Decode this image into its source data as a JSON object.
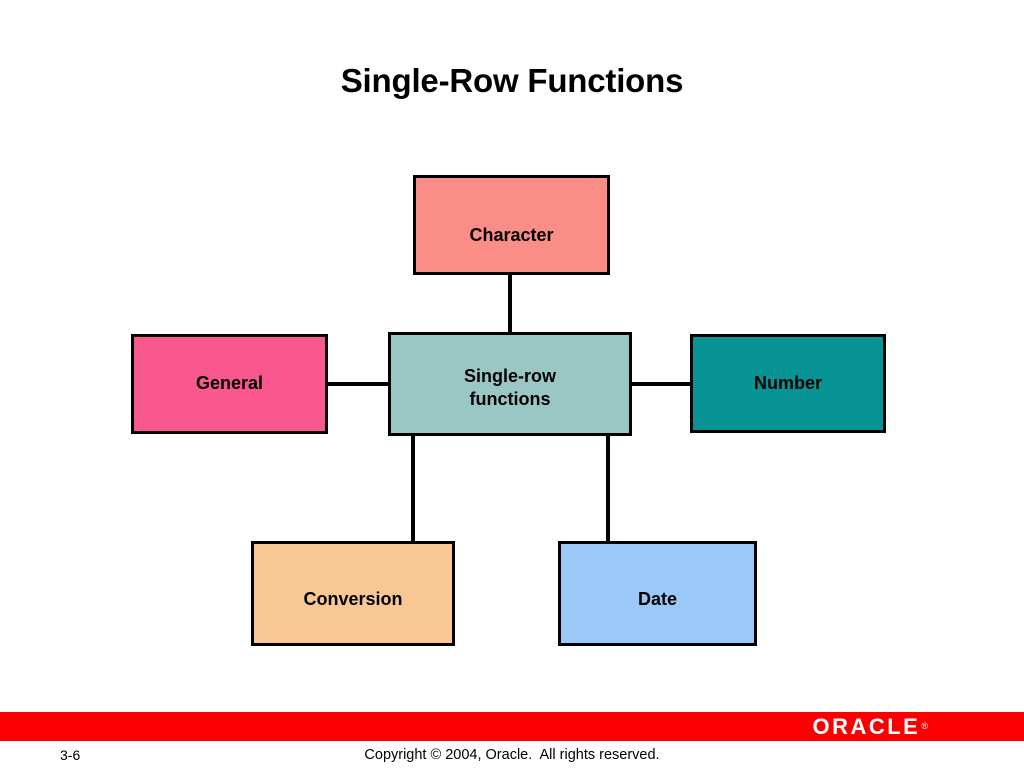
{
  "slide": {
    "title": "Single-Row Functions",
    "page_number": "3-6",
    "copyright": "Copyright © 2004, Oracle.  All rights reserved.",
    "brand": {
      "wordmark": "ORACLE",
      "trademark_symbol": "®",
      "bar_color": "#FA0000",
      "wordmark_color": "#FFFFFF"
    }
  },
  "diagram": {
    "type": "hub-and-spoke",
    "nodes": [
      {
        "id": "character",
        "label": "Character",
        "fill": "#FA8E87",
        "border": "#000000"
      },
      {
        "id": "general",
        "label": "General",
        "fill": "#F9588E",
        "border": "#000000"
      },
      {
        "id": "center",
        "label": "Single-row\nfunctions",
        "label_line1": "Single-row",
        "label_line2": "functions",
        "fill": "#9AC7C4",
        "border": "#000000"
      },
      {
        "id": "number",
        "label": "Number",
        "fill": "#089494",
        "border": "#000000"
      },
      {
        "id": "conversion",
        "label": "Conversion",
        "fill": "#F9C793",
        "border": "#000000"
      },
      {
        "id": "date",
        "label": "Date",
        "fill": "#9CC8F7",
        "border": "#000000"
      }
    ],
    "edges": [
      {
        "from": "center",
        "to": "character",
        "orientation": "vertical"
      },
      {
        "from": "center",
        "to": "general",
        "orientation": "horizontal"
      },
      {
        "from": "center",
        "to": "number",
        "orientation": "horizontal"
      },
      {
        "from": "center",
        "to": "conversion",
        "orientation": "vertical"
      },
      {
        "from": "center",
        "to": "date",
        "orientation": "vertical"
      }
    ]
  }
}
